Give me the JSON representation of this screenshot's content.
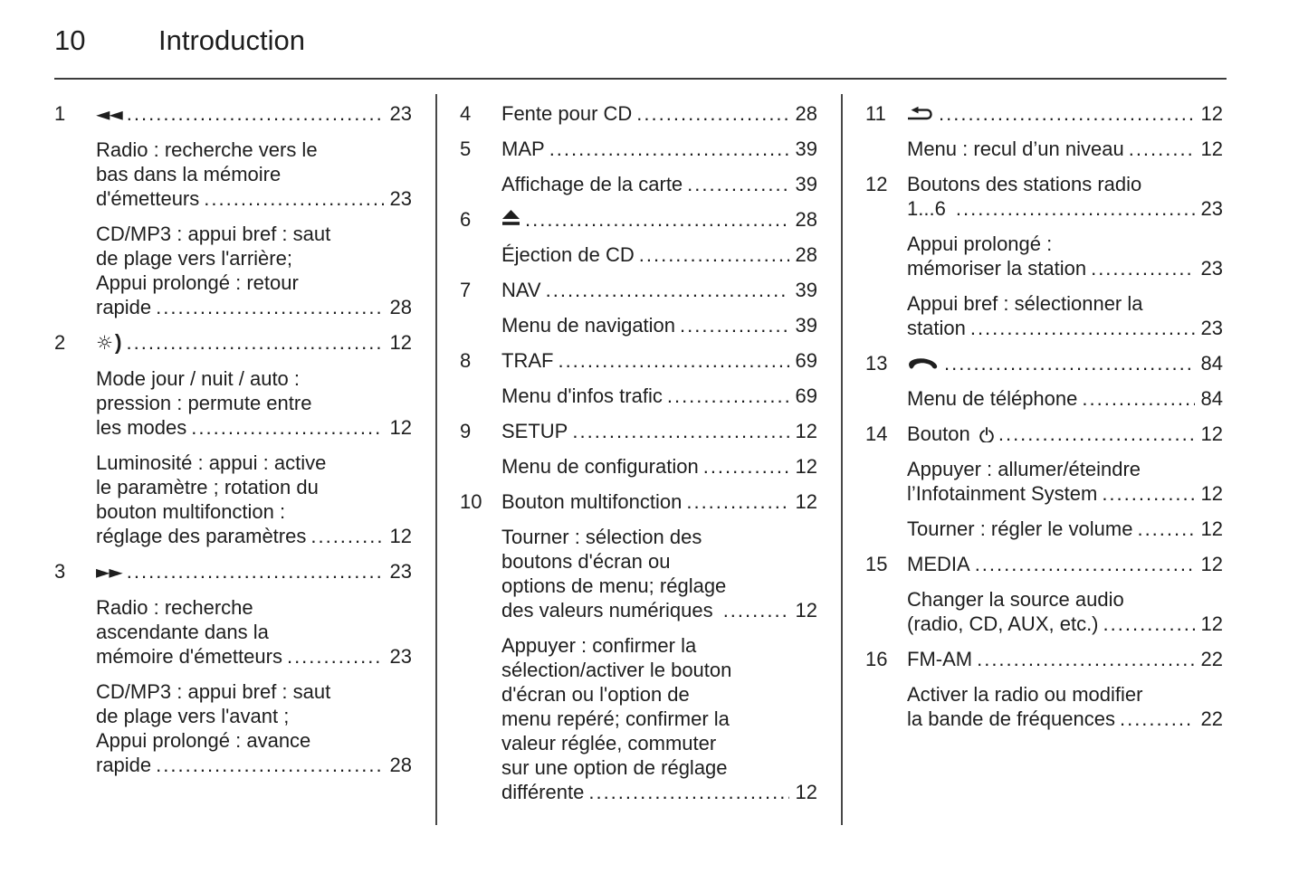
{
  "header": {
    "page_number": "10",
    "title": "Introduction"
  },
  "columns": [
    {
      "entries": [
        {
          "num": "1",
          "paras": [
            {
              "lines": [
                "{rewind-icon}"
              ],
              "page": "23"
            },
            {
              "lines": [
                "Radio : recherche vers le",
                "bas dans la mémoire",
                "d'émetteurs"
              ],
              "page": "23"
            },
            {
              "lines": [
                "CD/MP3 : appui bref : saut",
                "de plage vers l'arrière;",
                "Appui prolongé : retour",
                "rapide"
              ],
              "page": "28"
            }
          ]
        },
        {
          "num": "2",
          "paras": [
            {
              "lines": [
                "{day-night-icon}"
              ],
              "page": "12"
            },
            {
              "lines": [
                "Mode jour / nuit / auto :",
                "pression : permute entre",
                "les modes"
              ],
              "page": "12"
            },
            {
              "lines": [
                "Luminosité : appui : active",
                "le paramètre ; rotation du",
                "bouton multifonction :",
                "réglage des paramètres"
              ],
              "page": "12"
            }
          ]
        },
        {
          "num": "3",
          "paras": [
            {
              "lines": [
                "{fast-forward-icon}"
              ],
              "page": "23"
            },
            {
              "lines": [
                "Radio : recherche",
                "ascendante dans la",
                "mémoire d'émetteurs"
              ],
              "page": "23"
            },
            {
              "lines": [
                "CD/MP3 : appui bref : saut",
                "de plage vers l'avant ;",
                "Appui prolongé : avance",
                "rapide"
              ],
              "page": "28"
            }
          ]
        }
      ]
    },
    {
      "entries": [
        {
          "num": "4",
          "paras": [
            {
              "lines": [
                "Fente pour CD"
              ],
              "page": "28"
            }
          ]
        },
        {
          "num": "5",
          "paras": [
            {
              "lines": [
                "MAP"
              ],
              "page": "39"
            },
            {
              "lines": [
                "Affichage de la carte"
              ],
              "page": "39"
            }
          ]
        },
        {
          "num": "6",
          "paras": [
            {
              "lines": [
                "{eject-icon}"
              ],
              "page": "28"
            },
            {
              "lines": [
                "Éjection de CD"
              ],
              "page": "28"
            }
          ]
        },
        {
          "num": "7",
          "paras": [
            {
              "lines": [
                "NAV"
              ],
              "page": "39"
            },
            {
              "lines": [
                "Menu de navigation"
              ],
              "page": "39"
            }
          ]
        },
        {
          "num": "8",
          "paras": [
            {
              "lines": [
                "TRAF"
              ],
              "page": "69"
            },
            {
              "lines": [
                "Menu d'infos trafic"
              ],
              "page": "69"
            }
          ]
        },
        {
          "num": "9",
          "paras": [
            {
              "lines": [
                "SETUP"
              ],
              "page": "12"
            },
            {
              "lines": [
                "Menu de configuration"
              ],
              "page": "12"
            }
          ]
        },
        {
          "num": "10",
          "paras": [
            {
              "lines": [
                "Bouton multifonction"
              ],
              "page": "12"
            },
            {
              "lines": [
                "Tourner : sélection des",
                "boutons d'écran ou",
                "options de menu; réglage",
                "des valeurs numériques "
              ],
              "page": "12"
            },
            {
              "lines": [
                "Appuyer : confirmer la",
                "sélection/activer le bouton",
                "d'écran ou l'option de",
                "menu repéré; confirmer la",
                "valeur réglée, commuter",
                "sur une option de réglage",
                "différente"
              ],
              "page": "12"
            }
          ]
        }
      ]
    },
    {
      "entries": [
        {
          "num": "11",
          "paras": [
            {
              "lines": [
                "{back-icon}"
              ],
              "page": "12"
            },
            {
              "lines": [
                "Menu : recul d’un niveau"
              ],
              "page": "12"
            }
          ]
        },
        {
          "num": "12",
          "paras": [
            {
              "lines": [
                "Boutons des stations radio",
                "1...6 "
              ],
              "page": "23"
            },
            {
              "lines": [
                "Appui prolongé :",
                "mémoriser la station"
              ],
              "page": "23"
            },
            {
              "lines": [
                "Appui bref : sélectionner la",
                "station"
              ],
              "page": "23"
            }
          ]
        },
        {
          "num": "13",
          "paras": [
            {
              "lines": [
                "{phone-icon}"
              ],
              "page": "84"
            },
            {
              "lines": [
                "Menu de téléphone"
              ],
              "page": "84"
            }
          ]
        },
        {
          "num": "14",
          "paras": [
            {
              "lines": [
                "Bouton {power-icon}"
              ],
              "page": "12"
            },
            {
              "lines": [
                "Appuyer : allumer/éteindre",
                "l’Infotainment System"
              ],
              "page": "12"
            },
            {
              "lines": [
                "Tourner : régler le volume"
              ],
              "page": "12"
            }
          ]
        },
        {
          "num": "15",
          "paras": [
            {
              "lines": [
                "MEDIA"
              ],
              "page": "12"
            },
            {
              "lines": [
                "Changer la source audio",
                "(radio, CD, AUX, etc.)"
              ],
              "page": "12"
            }
          ]
        },
        {
          "num": "16",
          "paras": [
            {
              "lines": [
                "FM-AM"
              ],
              "page": "22"
            },
            {
              "lines": [
                "Activer la radio ou modifier",
                "la bande de fréquences"
              ],
              "page": "22"
            }
          ]
        }
      ]
    }
  ]
}
